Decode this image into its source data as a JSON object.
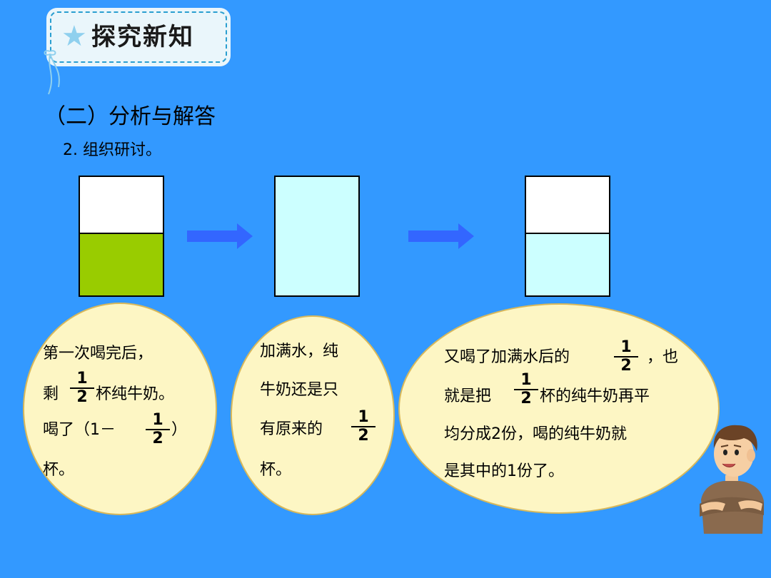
{
  "header": {
    "title": "探究新知",
    "star_icon": "star-icon",
    "accent": "#3399ff"
  },
  "section": {
    "title": "（二）分析与解答",
    "subtitle": "2. 组织研讨。"
  },
  "colors": {
    "milk": "#99cc00",
    "water": "#ccffff",
    "bubble": "#fdf6c4",
    "arrow": "#3366ff"
  },
  "bubble1": {
    "line1": "第一次喝完后，",
    "line2a": "剩",
    "line2b": "杯纯牛奶。",
    "line3a": "喝了（1－",
    "line3b": "）",
    "line4": "杯。",
    "frac_num": "1",
    "frac_den": "2"
  },
  "bubble2": {
    "line1": "加满水，纯",
    "line2": "牛奶还是只",
    "line3": "有原来的",
    "line4": "杯。",
    "frac_num": "1",
    "frac_den": "2"
  },
  "bubble3": {
    "line1a": "又喝了加满水后的",
    "line1b": "，也",
    "line2a": "就是把",
    "line2b": "杯的纯牛奶再平",
    "line3": "均分成2份，喝的纯牛奶就",
    "line4": "是其中的1份了。",
    "frac_num": "1",
    "frac_den": "2"
  }
}
